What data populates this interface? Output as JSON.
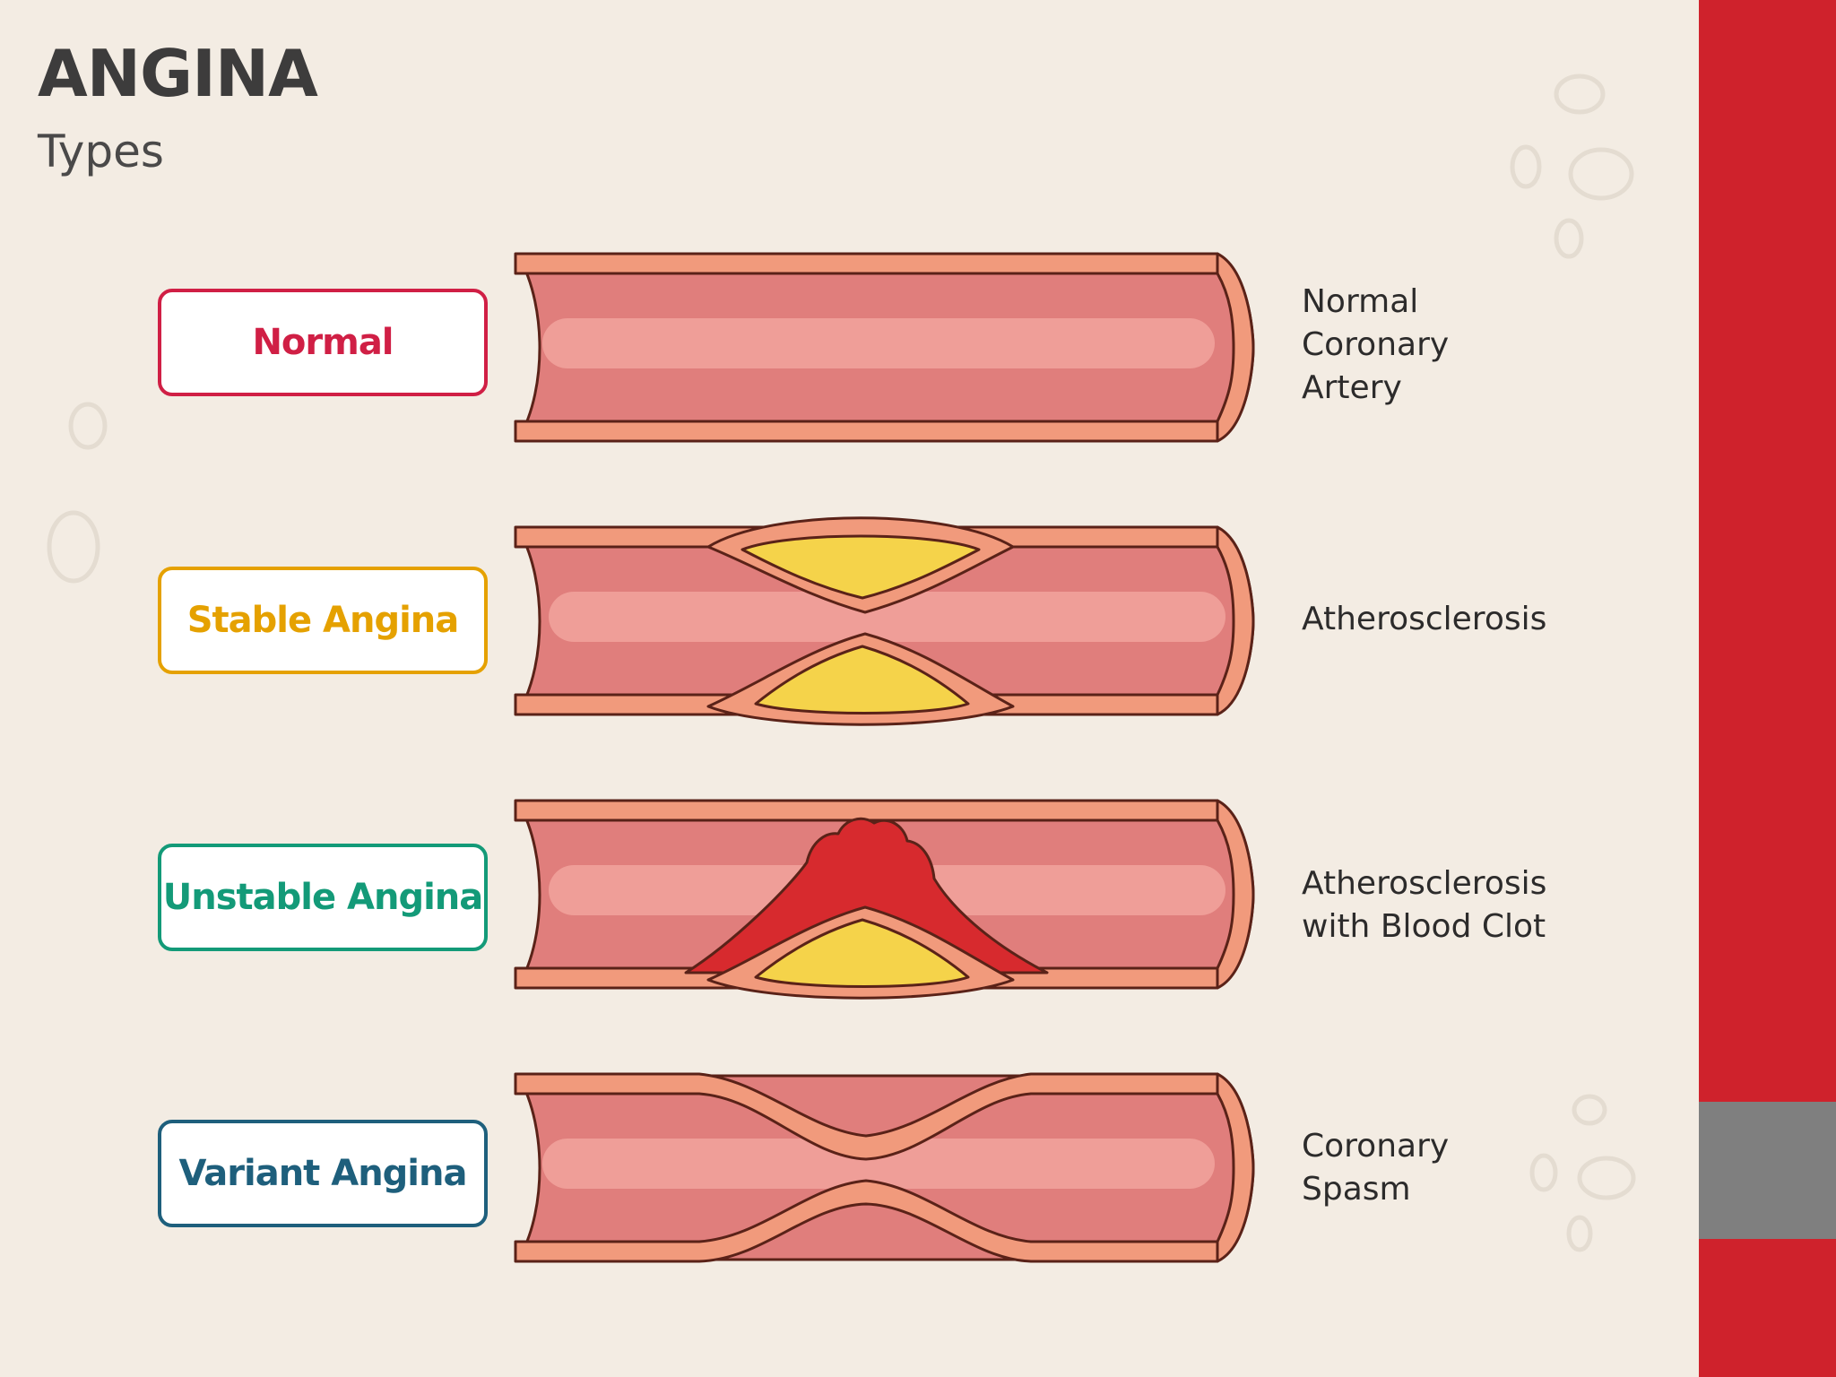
{
  "title": "ANGINA",
  "subtitle": "Types",
  "colors": {
    "background": "#f3ece3",
    "side_bar_red": "#cf222c",
    "side_bar_gray": "#7f7f7f",
    "vessel_wall": "#f19a7c",
    "vessel_lumen": "#e07e7c",
    "vessel_highlight": "#ef9e98",
    "outline": "#5a2218",
    "plaque": "#f5d34a",
    "clot": "#d72a2e"
  },
  "rows": [
    {
      "label": "Normal",
      "label_color": "#d01f45",
      "description": "Normal\nCoronary\nArtery",
      "vessel": "normal"
    },
    {
      "label": "Stable Angina",
      "label_color": "#e5a100",
      "description": "Atherosclerosis",
      "vessel": "plaque"
    },
    {
      "label": "Unstable Angina",
      "label_color": "#139a78",
      "description": "Atherosclerosis\nwith Blood Clot",
      "vessel": "plaque-with-clot"
    },
    {
      "label": "Variant Angina",
      "label_color": "#1e5f7c",
      "description": "Coronary\nSpasm",
      "vessel": "spasm"
    }
  ]
}
